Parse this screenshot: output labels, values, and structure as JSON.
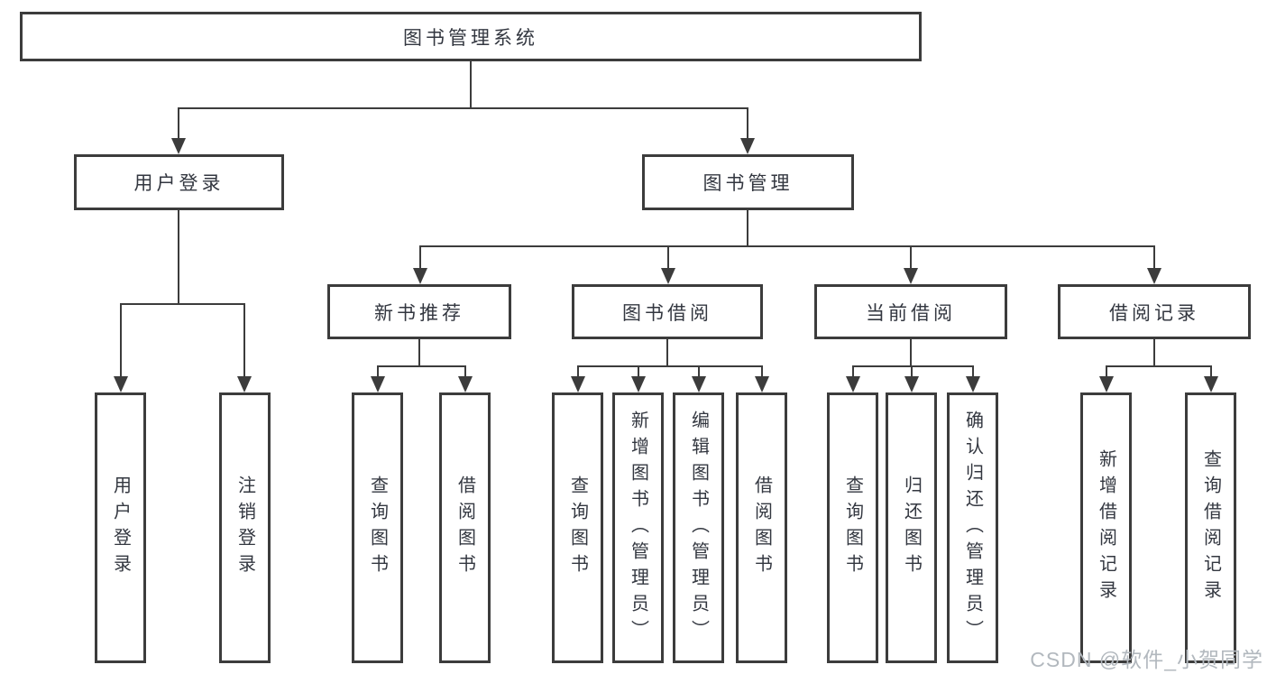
{
  "tree": {
    "root": "图书管理系统",
    "level2": [
      {
        "label": "用户登录",
        "children": [
          "用户登录",
          "注销登录"
        ]
      },
      {
        "label": "图书管理",
        "children": [
          {
            "label": "新书推荐",
            "children": [
              "查询图书",
              "借阅图书"
            ]
          },
          {
            "label": "图书借阅",
            "children": [
              "查询图书",
              "新增图书（管理员）",
              "编辑图书（管理员）",
              "借阅图书"
            ]
          },
          {
            "label": "当前借阅",
            "children": [
              "查询图书",
              "归还图书",
              "确认归还（管理员）"
            ]
          },
          {
            "label": "借阅记录",
            "children": [
              "新增借阅记录",
              "查询借阅记录"
            ]
          }
        ]
      }
    ]
  },
  "watermark": {
    "text": "CSDN @软件_小贺同学"
  },
  "colors": {
    "line": "#3c3c3c",
    "text": "#333740",
    "background": "#ffffff",
    "watermark": "#b2b8be"
  }
}
